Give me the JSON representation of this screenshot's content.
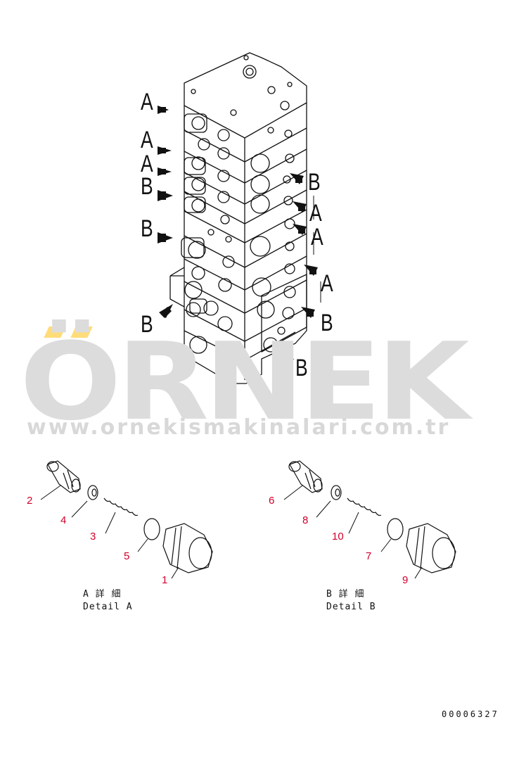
{
  "watermark": {
    "brand": "ÖRNEK",
    "url": "www.ornekismakinalari.com.tr"
  },
  "callouts": {
    "left": [
      "A",
      "A",
      "A",
      "B",
      "B",
      "B"
    ],
    "right": [
      "B",
      "A",
      "A",
      "A",
      "B",
      "B"
    ]
  },
  "detail_a": {
    "title_jp": "A 詳 細",
    "title_en": "Detail A",
    "part_numbers": [
      "2",
      "4",
      "3",
      "5",
      "1"
    ]
  },
  "detail_b": {
    "title_jp": "B 詳 細",
    "title_en": "Detail B",
    "part_numbers": [
      "6",
      "8",
      "10",
      "7",
      "9"
    ]
  },
  "drawing_code": "00006327"
}
